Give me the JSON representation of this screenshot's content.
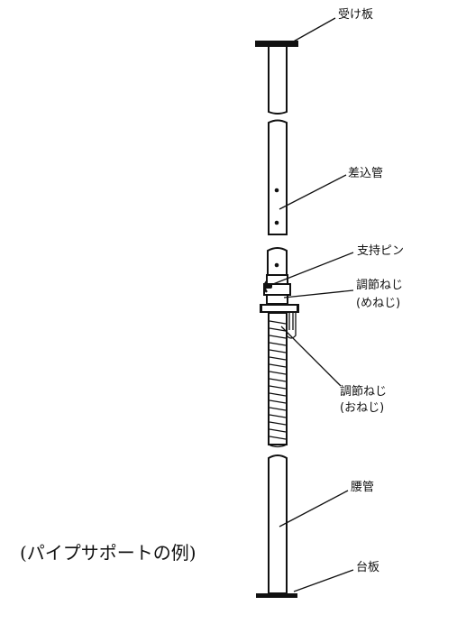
{
  "labels": {
    "head_plate": "受け板",
    "insert_pipe": "差込管",
    "support_pin": "支持ピン",
    "adjust_nut_female_line1": "調節ねじ",
    "adjust_nut_female_line2": "(めねじ)",
    "adjust_screw_male_line1": "調節ねじ",
    "adjust_screw_male_line2": "(おねじ)",
    "waist_pipe": "腰管",
    "base_plate": "台板"
  },
  "caption": "(パイプサポートの例)"
}
